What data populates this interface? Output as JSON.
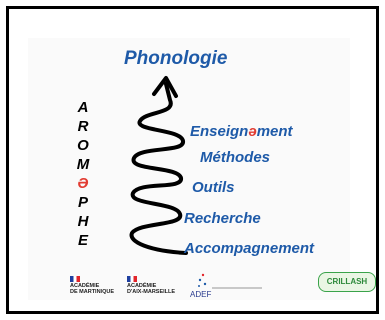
{
  "poster": {
    "title": "Phonologie",
    "vertical_letters": [
      {
        "char": "A",
        "accent": false
      },
      {
        "char": "R",
        "accent": false
      },
      {
        "char": "O",
        "accent": false
      },
      {
        "char": "M",
        "accent": false
      },
      {
        "char": "Ə",
        "accent": true
      },
      {
        "char": "P",
        "accent": false
      },
      {
        "char": "H",
        "accent": false
      },
      {
        "char": "E",
        "accent": false
      }
    ],
    "steps": [
      {
        "pre": "Enseign",
        "accent": "ə",
        "post": "ment"
      },
      {
        "pre": "Méthodes",
        "accent": "",
        "post": ""
      },
      {
        "pre": "Outils",
        "accent": "",
        "post": ""
      },
      {
        "pre": "Recherche",
        "accent": "",
        "post": ""
      },
      {
        "pre": "Accompagnement",
        "accent": "",
        "post": ""
      }
    ]
  },
  "logos": {
    "martinique": {
      "line1": "ACADÉMIE",
      "line2": "DE MARTINIQUE"
    },
    "aix": {
      "line1": "ACADÉMIE",
      "line2": "D'AIX-MARSEILLE"
    },
    "adef": "ADEF",
    "crillash": "CRILLASH"
  },
  "colors": {
    "title_blue": "#1e5aa8",
    "accent_red": "#e23c32",
    "border": "#000000"
  }
}
